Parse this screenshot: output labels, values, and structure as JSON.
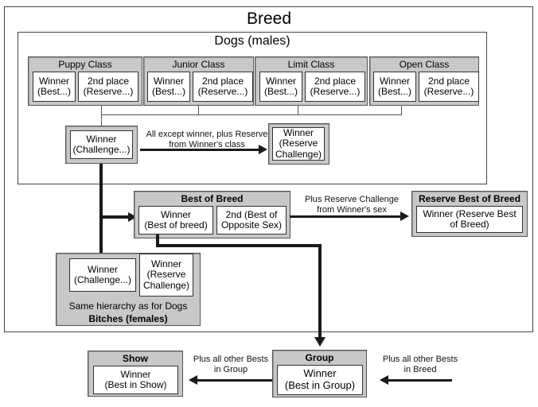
{
  "diagram": {
    "title": "Breed",
    "sections": {
      "dogs": {
        "title": "Dogs (males)"
      },
      "bitches": {
        "note": "Same hierarchy as for Dogs",
        "title": "Bitches (females)"
      },
      "best_of_breed": {
        "title": "Best of Breed"
      },
      "reserve_best_of_breed": {
        "title": "Reserve Best of Breed"
      },
      "group": {
        "title": "Group"
      },
      "show": {
        "title": "Show"
      }
    },
    "classes": [
      {
        "name": "Puppy Class",
        "winner_line1": "Winner",
        "winner_line2": "(Best...)",
        "second_line1": "2nd place",
        "second_line2": "(Reserve...)"
      },
      {
        "name": "Junior Class",
        "winner_line1": "Winner",
        "winner_line2": "(Best...)",
        "second_line1": "2nd place",
        "second_line2": "(Reserve...)"
      },
      {
        "name": "Limit Class",
        "winner_line1": "Winner",
        "winner_line2": "(Best...)",
        "second_line1": "2nd place",
        "second_line2": "(Reserve...)"
      },
      {
        "name": "Open Class",
        "winner_line1": "Winner",
        "winner_line2": "(Best...)",
        "second_line1": "2nd place",
        "second_line2": "(Reserve...)"
      }
    ],
    "nodes": {
      "dog_challenge": {
        "line1": "Winner",
        "line2": "(Challenge...)"
      },
      "dog_reserve": {
        "line1": "Winner",
        "line2": "(Reserve",
        "line3": "Challenge)"
      },
      "bitch_challenge": {
        "line1": "Winner",
        "line2": "(Challenge...)"
      },
      "bitch_reserve": {
        "line1": "Winner",
        "line2": "(Reserve",
        "line3": "Challenge)"
      },
      "bob_winner": {
        "line1": "Winner",
        "line2": "(Best of breed)"
      },
      "bos_winner": {
        "line1": "2nd (Best of",
        "line2": "Opposite Sex)"
      },
      "rbob_winner": {
        "line1": "Winner (Reserve Best",
        "line2": "of Breed)"
      },
      "group_winner": {
        "line1": "Winner",
        "line2": "(Best in Group)"
      },
      "show_winner": {
        "line1": "Winner",
        "line2": "(Best in Show)"
      }
    },
    "edge_labels": {
      "to_reserve_challenge": {
        "line1": "All except winner, plus",
        "line2": "Reserve from Winner's class"
      },
      "to_reserve_bob": {
        "line1": "Plus Reserve Challenge",
        "line2": "from Winner's sex"
      },
      "to_show": {
        "line1": "Plus all other",
        "line2": "Bests in Group"
      },
      "to_group": {
        "line1": "Plus all other",
        "line2": "Bests in Breed"
      }
    },
    "colors": {
      "panel_gray": "#c8c8c8",
      "line": "#1a1a1a",
      "border": "#444444",
      "white": "#ffffff"
    }
  }
}
